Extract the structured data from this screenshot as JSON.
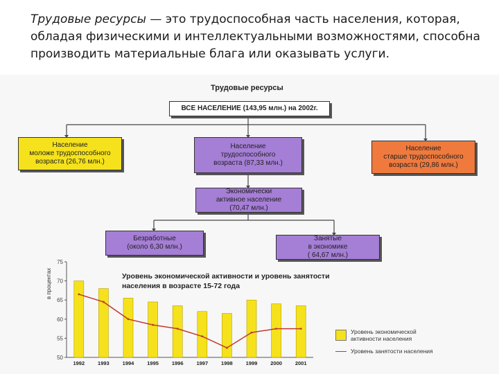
{
  "intro": {
    "term": "Трудовые ресурсы",
    "definition": " — это трудоспособная часть населения, которая, обладая физическими и интеллектуальными возможностями, способна производить материальные блага или оказывать услуги."
  },
  "diagram": {
    "title": "Трудовые ресурсы",
    "root": "ВСЕ НАСЕЛЕНИЕ (143,95 млн.) на 2002г.",
    "young": "Население\nмоложе трудоспособного\nвозраста (26,76 млн.)",
    "working": "Население\nтрудоспособного\nвозраста (87,33 млн.)",
    "old": "Население\nстарше трудоспособного\nвозраста (29,86 млн.)",
    "active": "Экономически\nактивное население\n(70,47 млн.)",
    "unemployed": "Безработные\n(около 6,30 млн.)",
    "employed": "Занятые\nв экономике\n( 64,67 млн.)",
    "colors": {
      "yellow": "#f5e21c",
      "purple": "#a57ed6",
      "orange": "#f07a3d"
    }
  },
  "chart_data": {
    "type": "bar",
    "title": "Уровень экономической активности и уровень занятости населения в возрасте 15-72 года",
    "ylabel": "в процентах",
    "categories": [
      "1992",
      "1993",
      "1994",
      "1995",
      "1996",
      "1997",
      "1998",
      "1999",
      "2000",
      "2001"
    ],
    "ylim": [
      50,
      75
    ],
    "yticks": [
      "50",
      "55",
      "60",
      "65",
      "70",
      "75"
    ],
    "series": [
      {
        "name": "Уровень экономической активности населения",
        "kind": "bar",
        "color": "#f5e21c",
        "values": [
          70.0,
          68.0,
          65.5,
          64.5,
          63.5,
          62.0,
          61.5,
          65.0,
          64.0,
          63.5
        ]
      },
      {
        "name": "Уровень занятости населения",
        "kind": "line",
        "color": "#c0392b",
        "values": [
          66.5,
          64.5,
          60.0,
          58.5,
          57.5,
          55.5,
          52.5,
          56.5,
          57.5,
          57.5
        ]
      }
    ]
  }
}
